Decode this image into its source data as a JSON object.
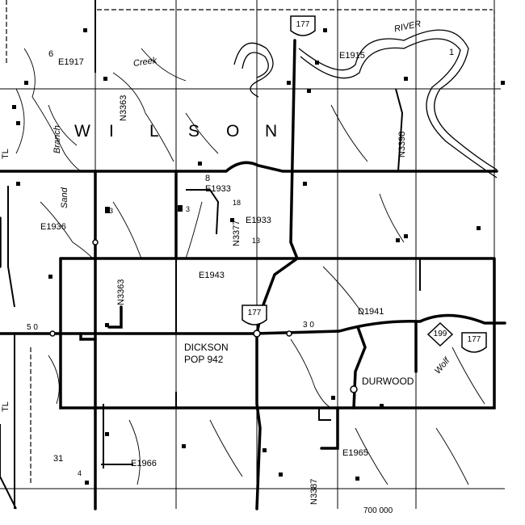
{
  "colors": {
    "ink": "#000000",
    "paper": "#ffffff"
  },
  "township": {
    "letters": [
      "W",
      "I",
      "L",
      "S",
      "O",
      "N"
    ]
  },
  "places": {
    "city_name": "DICKSON",
    "city_pop": "POP 942",
    "town": "DURWOOD"
  },
  "water": {
    "river": "RIVER",
    "creek": "Creek",
    "branch": "Branch",
    "sand": "Sand",
    "wolf": "Wolf"
  },
  "routes": {
    "us_177_a": "177",
    "us_177_b": "177",
    "us_177_c": "177",
    "ok_199": "199"
  },
  "roads": {
    "e1917": "E1917",
    "e1915": "E1915",
    "e1933_a": "E1933",
    "e1933_b": "E1933",
    "e1936": "E1936",
    "e1943": "E1943",
    "d1941": "D1941",
    "e1966": "E1966",
    "e1965": "E1965",
    "n3363_a": "N3363",
    "n3363_b": "N3363",
    "n3377": "N3377",
    "n3398": "N3398",
    "n3387": "N3387",
    "tl_a": "TL",
    "tl_b": "TL"
  },
  "numbers": {
    "n6": "6",
    "n8": "8",
    "n3a": "3",
    "n3b": "3",
    "n18": "18",
    "n13": "13",
    "n50": "5 0",
    "n30": "3 0",
    "n31": "31",
    "n4": "4",
    "n1": "1",
    "bottom": "700 000"
  }
}
